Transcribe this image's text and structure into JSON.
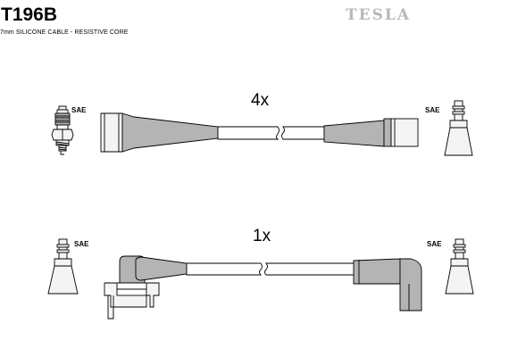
{
  "header": {
    "product_code": "T196B",
    "subtitle": "7mm SILICONE CABLE - RESISTIVE CORE",
    "brand": "TESLA"
  },
  "set_top": {
    "quantity": "4x",
    "left_label": "SAE",
    "right_label": "SAE"
  },
  "set_bottom": {
    "quantity": "1x",
    "left_label": "SAE",
    "right_label": "SAE"
  },
  "colors": {
    "line": "#000000",
    "boot_fill": "#b4b4b4",
    "connector_fill": "#f4f4f4",
    "brand": "#b8b8b8"
  }
}
